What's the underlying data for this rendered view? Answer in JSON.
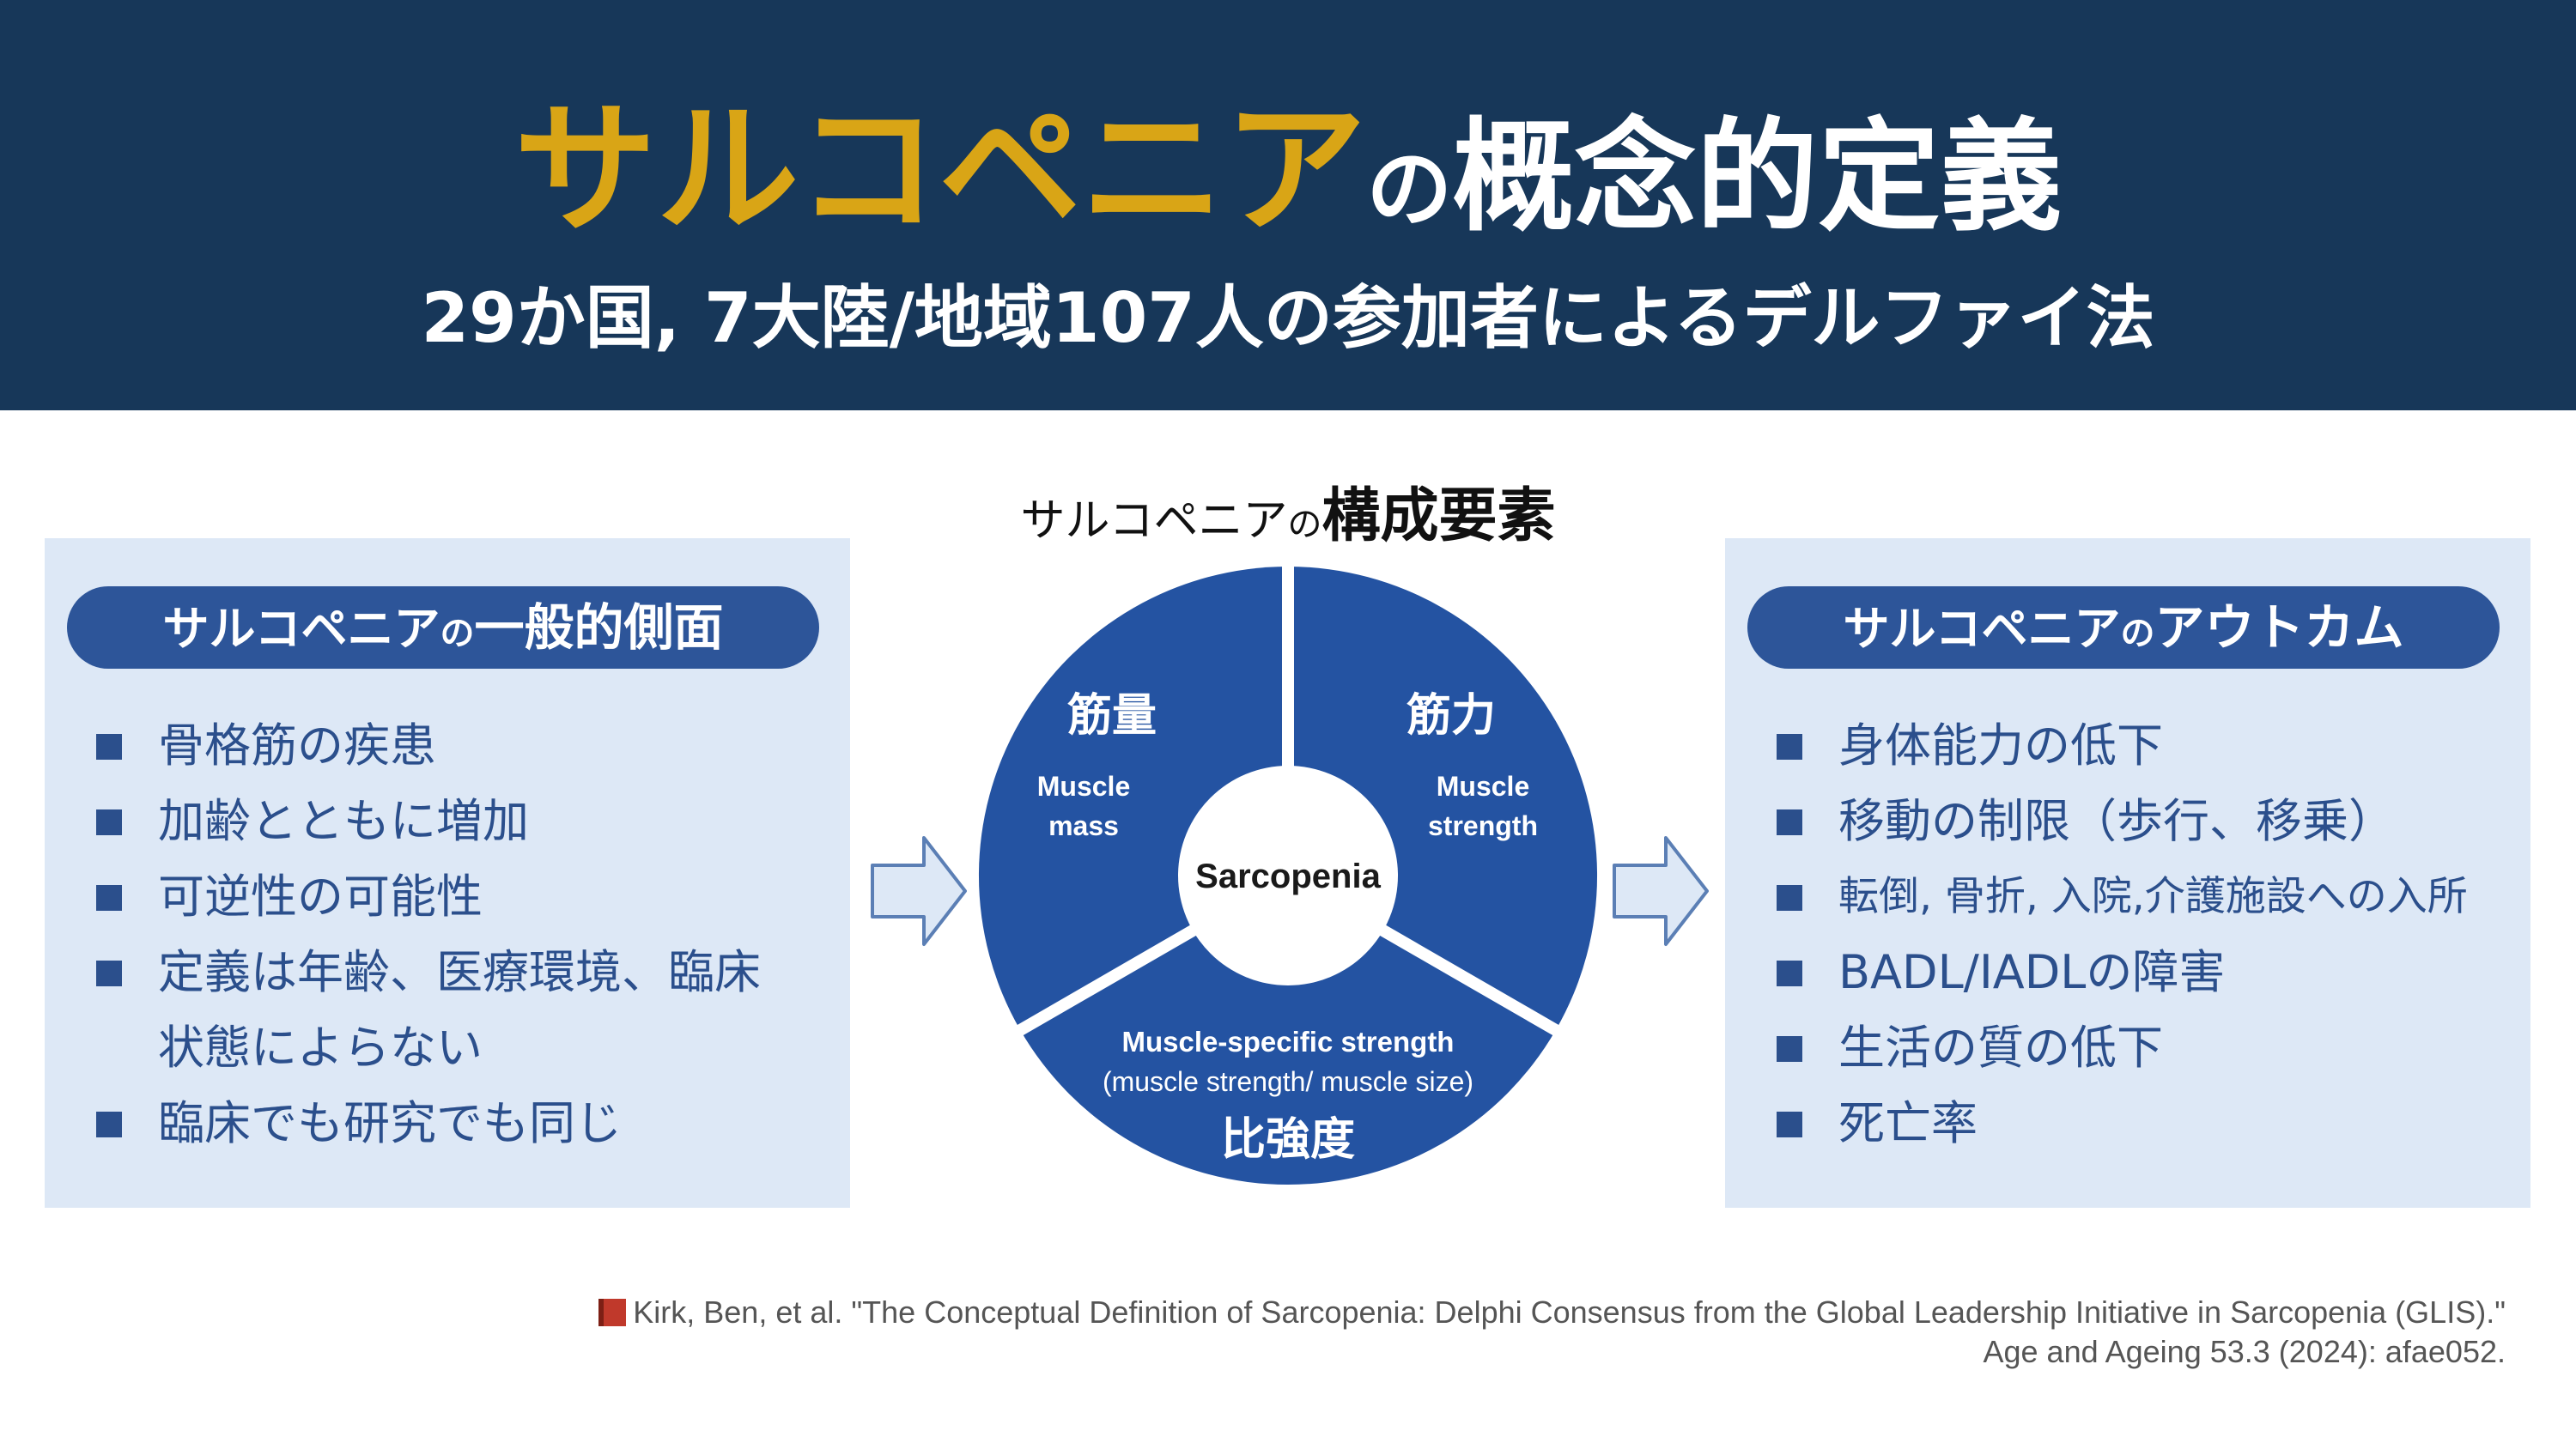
{
  "header": {
    "title_accent": "サルコペニア",
    "title_particle": "の",
    "title_rest": "概念的定義",
    "subtitle": "29か国, 7大陸/地域107人の参加者によるデルファイ法"
  },
  "center_title": {
    "part1": "サルコペニア",
    "part2": "の",
    "part3": "構成要素"
  },
  "left_panel": {
    "heading_part1": "サルコペニア",
    "heading_part2": "の",
    "heading_part3": "一般的側面",
    "items": [
      "骨格筋の疾患",
      "加齢とともに増加",
      "可逆性の可能性",
      "定義は年齢、医療環境、臨床",
      "状態によらない",
      "臨床でも研究でも同じ"
    ]
  },
  "right_panel": {
    "heading_part1": "サルコペニア",
    "heading_part2": "の",
    "heading_part3": "アウトカム",
    "items": [
      "身体能力の低下",
      "移動の制限（歩行、移乗）",
      "転倒, 骨折, 入院,介護施設への入所",
      "BADL/IADLの障害",
      "生活の質の低下",
      "死亡率"
    ]
  },
  "diagram": {
    "center": "Sarcopenia",
    "segment_mass": {
      "jp": "筋量",
      "en_line1": "Muscle",
      "en_line2": "mass"
    },
    "segment_strength": {
      "jp": "筋力",
      "en_line1": "Muscle",
      "en_line2": "strength"
    },
    "segment_specific": {
      "en_line1": "Muscle-specific strength",
      "en_line2": "(muscle strength/ muscle size)",
      "jp": "比強度"
    },
    "colors": {
      "segment": "#2453a2",
      "center": "#ffffff",
      "arrow_fill": "#dde8f6",
      "arrow_stroke": "#5b7fb5"
    }
  },
  "citation": {
    "line1": "Kirk, Ben, et al. \"The Conceptual Definition of Sarcopenia: Delphi Consensus from the Global Leadership Initiative in Sarcopenia (GLIS).\"",
    "line2": "Age and Ageing 53.3 (2024): afae052."
  },
  "colors": {
    "header_bg": "#173759",
    "title_accent": "#d9a516",
    "panel_bg": "#dde8f6",
    "pill_bg": "#2d5599",
    "list_text": "#2b4f8c"
  }
}
